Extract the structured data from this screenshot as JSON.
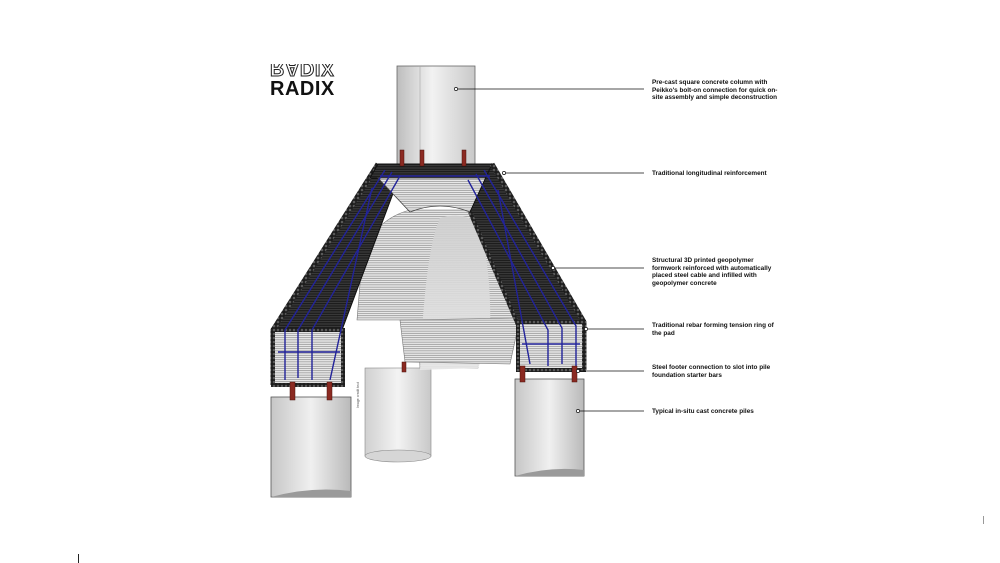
{
  "logo": {
    "mirrored_text": "RADIX",
    "text": "RADIX"
  },
  "callouts": [
    {
      "id": "column",
      "text": "Pre-cast square concrete column with Peikko's bolt-on connection for quick on-site assembly and simple deconstruction"
    },
    {
      "id": "longitudinal",
      "text": "Traditional longitudinal reinforcement"
    },
    {
      "id": "formwork",
      "text": "Structural 3D printed geopolymer formwork reinforced with automatically placed steel cable and infilled with geopolymer concrete"
    },
    {
      "id": "tension-ring",
      "text": "Traditional rebar forming tension ring of the pad"
    },
    {
      "id": "steel-footer",
      "text": "Steel footer connection to slot into pile foundation starter bars"
    },
    {
      "id": "piles",
      "text": "Typical in-situ cast concrete piles"
    }
  ],
  "vertical_credit": "Image credit text",
  "colors": {
    "concrete": "#e2e2e2",
    "concrete_dark": "#8a8a8a",
    "printed_layers": "#2b2b2b",
    "cable": "#22239a",
    "steel_connector": "#8b2a22",
    "leader": "#111111"
  }
}
